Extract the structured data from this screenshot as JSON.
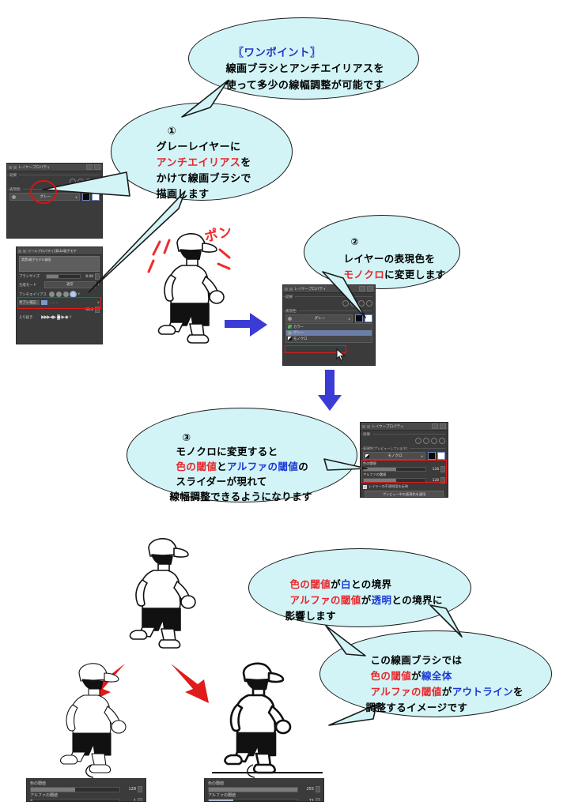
{
  "meta": {
    "bubble_fill": "#d2f4f6",
    "bubble_stroke": "#1a1a1a",
    "red": "#e8262b",
    "blue": "#1b39d6",
    "arrow_blue": "#3b3bd6",
    "arrow_red": "#e01b1b",
    "panel_bg": "#3b3b3b"
  },
  "bubbles": {
    "onepoint": {
      "heading": "〖ワンポイント〗",
      "line1": "線画ブラシとアンチエイリアスを",
      "line2": "使って多少の線幅調整が可能です"
    },
    "step1": {
      "number": "①",
      "line1": "グレーレイヤーに",
      "line2_red": "アンチエイリアス",
      "line2_rest": "を",
      "line3": "かけて線画ブラシで",
      "line4": "描画します"
    },
    "step2": {
      "number": "②",
      "line1": "レイヤーの表現色を",
      "line2_red": "モノクロ",
      "line2_rest": "に変更します"
    },
    "step3": {
      "number": "③",
      "line1": "モノクロに変更すると",
      "line2_red": "色の閾値",
      "line2_mid": "と",
      "line2_blue": "アルファの閾値",
      "line2_end": "の",
      "line3": "スライダーが現れて",
      "line4": "線幅調整できるようになります"
    },
    "effect": {
      "l1_red": "色の閾値",
      "l1_mid": "が",
      "l1_blue": "白",
      "l1_end": "との境界",
      "l2_red": "アルファの閾値",
      "l2_mid": "が",
      "l2_blue": "透明",
      "l2_end": "との境界に",
      "l3": "影響します"
    },
    "summary": {
      "l1": "この線画ブラシでは",
      "l2_red": "色の閾値",
      "l2_mid": "が",
      "l2_blue": "線全体",
      "l3_red": "アルファの閾値",
      "l3_mid": "が",
      "l3_blue": "アウトライン",
      "l3_end": "を",
      "l4": "調整するイメージです"
    }
  },
  "panels": {
    "layer_prop_gray": {
      "title": "レイヤープロパティ",
      "effect_label": "効果",
      "expression_label": "表現色",
      "value": "グレー",
      "dropdown_caret": "∨"
    },
    "tool_prop": {
      "title": "ツールプロパティ[素Ш・親子モデ",
      "preset_label": "素置・親子モデル線画",
      "brush_size_label": "ブラシサイズ",
      "brush_size_value": "8.00",
      "blend_label": "合成モード",
      "blend_value": "通常",
      "antialias_label": "アンチエイリアス",
      "spacing_label": "手ブレ補正",
      "spacing_value": "00.0",
      "inout_label": "入り抜き"
    },
    "layer_prop_dropdown": {
      "title": "レイヤープロパティ",
      "effect_label": "効果",
      "expression_label": "表現色",
      "value": "グレー",
      "options": [
        {
          "label": "カラー",
          "selected": false
        },
        {
          "label": "グレー",
          "selected": true
        },
        {
          "label": "モノクロ",
          "selected": false
        }
      ],
      "highlighted_option": "モノクロ"
    },
    "layer_prop_mono": {
      "title": "レイヤープロパティ",
      "effect_label": "効果",
      "expression_label": "表現色(プレビューしています)",
      "value": "モノクロ",
      "color_threshold_label": "色の閾値",
      "color_threshold_value": "128",
      "alpha_threshold_label": "アルファの閾値",
      "alpha_threshold_value": "128",
      "checkbox_label": "レイヤーの不透明度を反映",
      "apply_button": "プレビュー中の表現色を適用"
    },
    "slider_left": {
      "color_threshold_label": "色の閾値",
      "color_threshold_value": "128",
      "alpha_threshold_label": "アルファの閾値",
      "alpha_threshold_value": "1"
    },
    "slider_right": {
      "color_threshold_label": "色の閾値",
      "color_threshold_value": "255",
      "alpha_threshold_label": "アルファの閾値",
      "alpha_threshold_value": "71"
    }
  },
  "artwork": {
    "sfx": "ポン",
    "figure_top_alt": "走る少年（グレーレイヤー・アンチエイリアス）",
    "figure_mid_alt": "走る少年（モノクロ変換後）",
    "figure_bottom_left_alt": "走る少年（細い線幅）",
    "figure_bottom_right_alt": "走る少年（太い線幅）"
  }
}
